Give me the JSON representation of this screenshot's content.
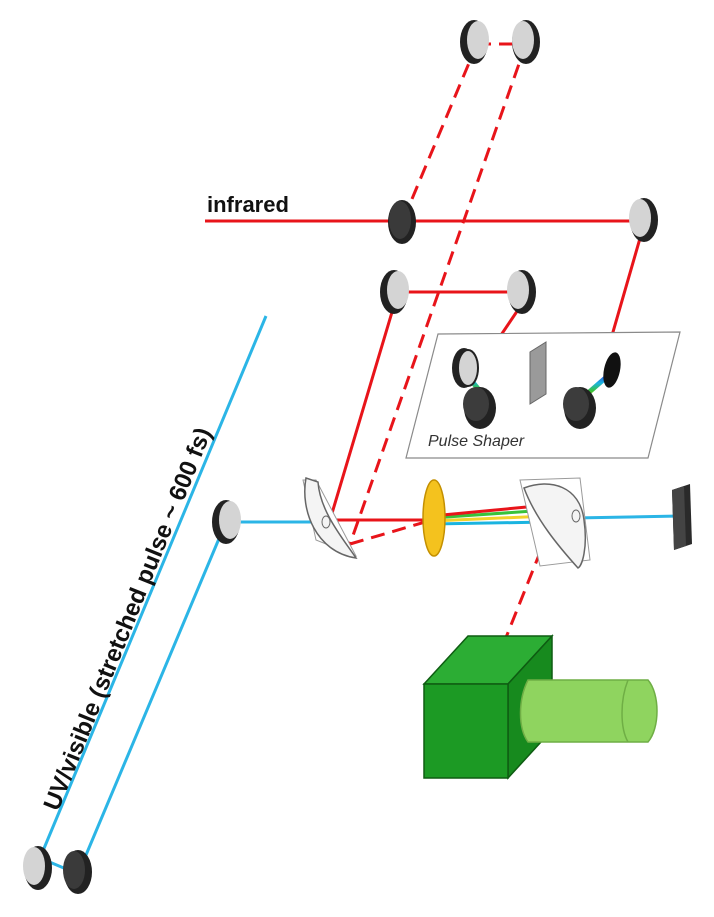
{
  "labels": {
    "infrared": "infrared",
    "uv_visible": "UV/visible (stretched pulse ~ 600 fs)",
    "pulse_shaper": "Pulse Shaper"
  },
  "colors": {
    "infrared_beam": "#e8141a",
    "uv_beam": "#2bb5e6",
    "mirror_face": "#d4d4d4",
    "mirror_dark": "#2a2a2a",
    "sample": "#f4c21e",
    "camera_body": "#1c9a24",
    "camera_lens": "#8fd45f"
  }
}
